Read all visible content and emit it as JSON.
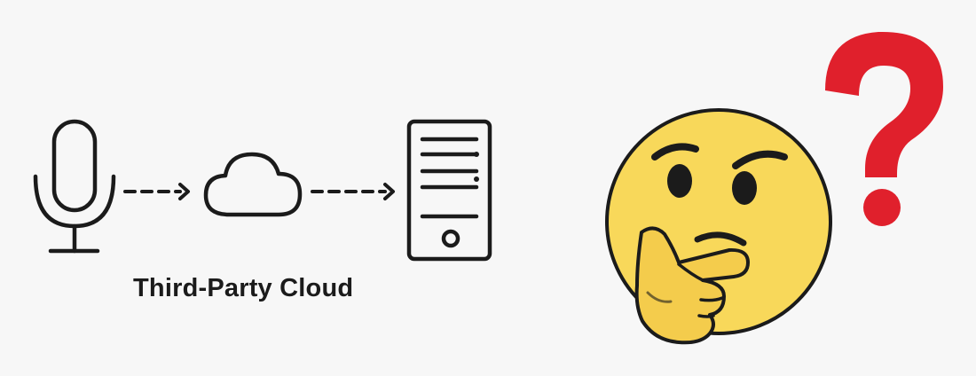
{
  "diagram": {
    "caption": "Third-Party Cloud",
    "nodes": [
      {
        "id": "microphone",
        "icon": "microphone-icon"
      },
      {
        "id": "cloud",
        "icon": "cloud-icon"
      },
      {
        "id": "server",
        "icon": "server-icon"
      }
    ],
    "edges": [
      {
        "from": "microphone",
        "to": "cloud",
        "style": "dashed"
      },
      {
        "from": "cloud",
        "to": "server",
        "style": "dashed"
      }
    ]
  },
  "decor": {
    "emoji": "thinking-face-emoji",
    "symbol": "question-mark-icon"
  },
  "colors": {
    "stroke": "#1b1b1b",
    "face": "#f8d85a",
    "face_shade": "#f2c744",
    "hand": "#f4cc4c",
    "question": "#e0202c",
    "background": "#f7f7f7"
  }
}
